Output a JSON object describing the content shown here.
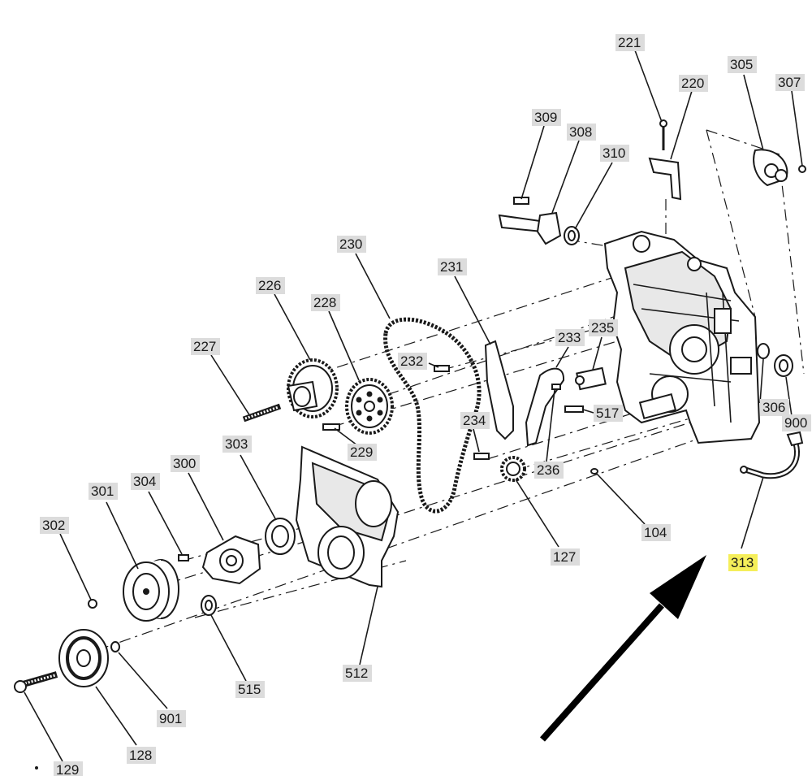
{
  "labels": {
    "l221": "221",
    "l220": "220",
    "l305": "305",
    "l307": "307",
    "l309": "309",
    "l308": "308",
    "l310": "310",
    "l230": "230",
    "l231": "231",
    "l226": "226",
    "l228": "228",
    "l233": "233",
    "l235": "235",
    "l227": "227",
    "l232": "232",
    "l234": "234",
    "l229": "229",
    "l517": "517",
    "l306": "306",
    "l900": "900",
    "l236": "236",
    "l303": "303",
    "l300": "300",
    "l304": "304",
    "l301": "301",
    "l302": "302",
    "l104": "104",
    "l127": "127",
    "l313": "313",
    "l515": "515",
    "l512": "512",
    "l901": "901",
    "l128": "128",
    "l129": "129"
  },
  "highlight": {
    "part": "313",
    "color": "#f5ee5a"
  },
  "colors": {
    "ink": "#1a1a1a",
    "label_bg": "#dcdcdc"
  },
  "icons": {
    "arrow": "arrow-icon"
  }
}
